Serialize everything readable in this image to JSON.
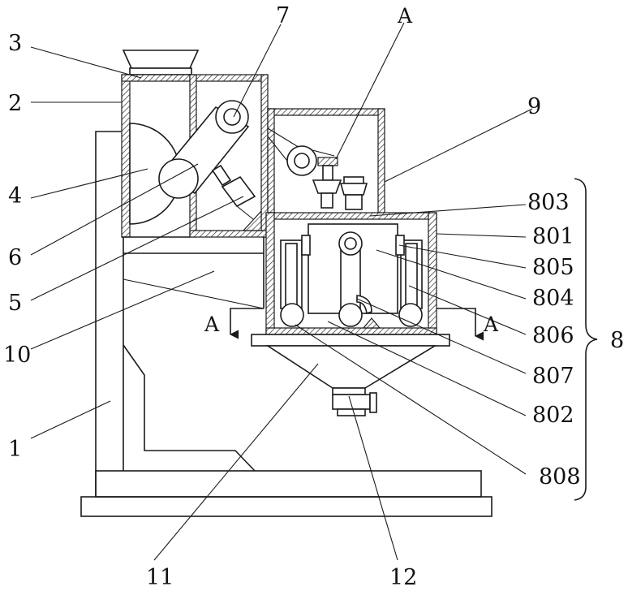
{
  "labels": {
    "l1": "1",
    "l2": "2",
    "l3": "3",
    "l4": "4",
    "l5": "5",
    "l6": "6",
    "l7": "7",
    "l8": "8",
    "l9": "9",
    "l10": "10",
    "l11": "11",
    "l12": "12",
    "l801": "801",
    "l802": "802",
    "l803": "803",
    "l804": "804",
    "l805": "805",
    "l806": "806",
    "l807": "807",
    "l808": "808"
  },
  "section": {
    "left": "A",
    "right": "A",
    "top": "A"
  },
  "colors": {
    "line": "#1a1a1a",
    "background": "#ffffff"
  }
}
